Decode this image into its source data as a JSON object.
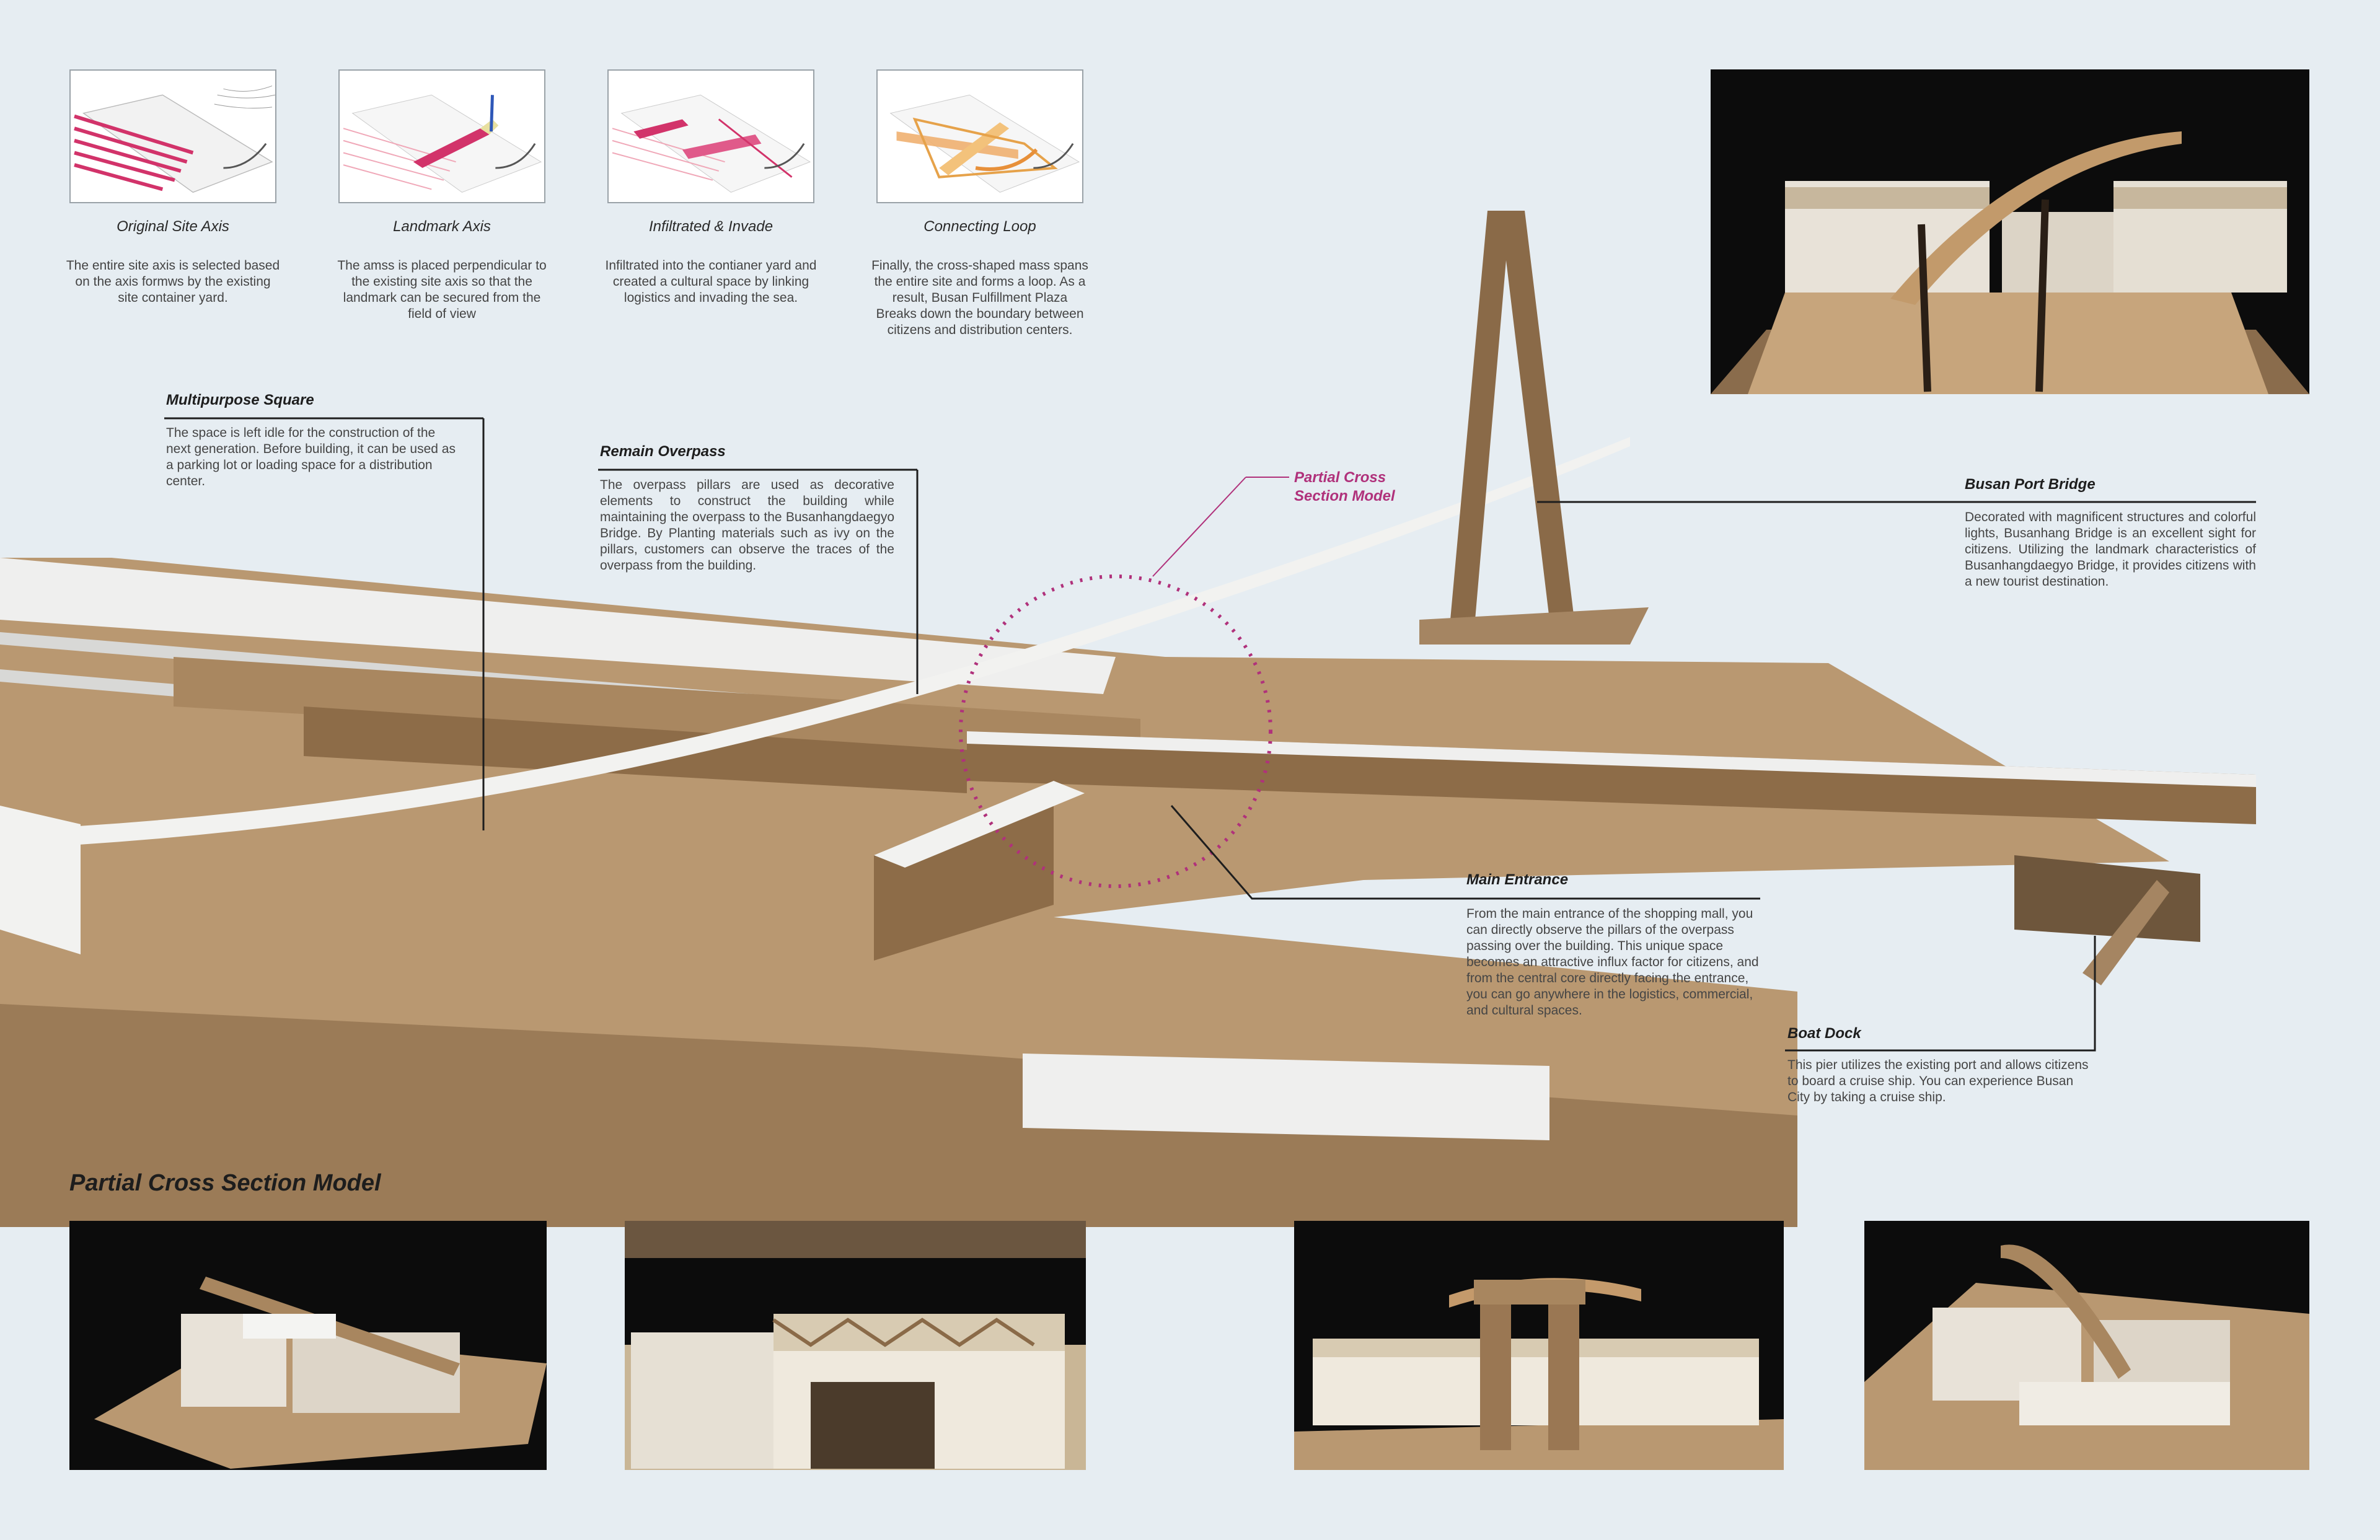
{
  "diagrams": [
    {
      "title": "Original Site Axis",
      "text": "The entire site axis is selected based on the axis formws by the existing site container yard."
    },
    {
      "title": "Landmark Axis",
      "text": "The amss is placed perpendicular to the existing site axis so that the landmark can be secured from the field of view"
    },
    {
      "title": "Infiltrated & Invade",
      "text": "Infiltrated into the contianer yard and created a cultural space by linking logistics and invading the sea."
    },
    {
      "title": "Connecting Loop",
      "text": "Finally, the cross-shaped mass spans the entire site and forms a loop. As a result, Busan Fulfillment Plaza Breaks down the boundary between citizens and distribution centers."
    }
  ],
  "annotations": {
    "multipurpose_square": {
      "title": "Multipurpose Square",
      "text": "The space is left idle for the construction of the next generation. Before building, it can be used as a parking lot or loading space for a distribution center."
    },
    "remain_overpass": {
      "title": "Remain Overpass",
      "text": "The overpass pillars are used as decorative elements to construct the building while maintaining the overpass to the Busanhangdaegyo Bridge. By Planting materials such as ivy on the pillars, customers can observe the traces of the overpass from the building."
    },
    "partial_label": {
      "line1": "Partial Cross",
      "line2": "Section Model"
    },
    "busan_port_bridge": {
      "title": "Busan Port Bridge",
      "text": "Decorated with magnificent structures and colorful lights, Busanhang Bridge is an excellent sight for citizens. Utilizing the landmark characteristics of Busanhangdaegyo Bridge, it provides citizens with a new tourist destination."
    },
    "main_entrance": {
      "title": "Main Entrance",
      "text": "From the main entrance of the shopping mall, you can directly observe the pillars of the overpass passing over the building. This unique space becomes an attractive influx factor for citizens, and from the central core directly facing the entrance, you can go anywhere in the logistics, commercial, and cultural spaces."
    },
    "boat_dock": {
      "title": "Boat Dock",
      "text": "This pier utilizes the existing port and allows citizens to board a cruise ship. You can experience Busan City by taking a cruise ship."
    }
  },
  "section_heading": "Partial Cross Section Model",
  "colors": {
    "background": "#e6edf2",
    "accent_pink": "#b0317b",
    "model_wood": "#b99871",
    "model_white": "#f3f3f1",
    "photo_bg": "#0d0d0d"
  }
}
